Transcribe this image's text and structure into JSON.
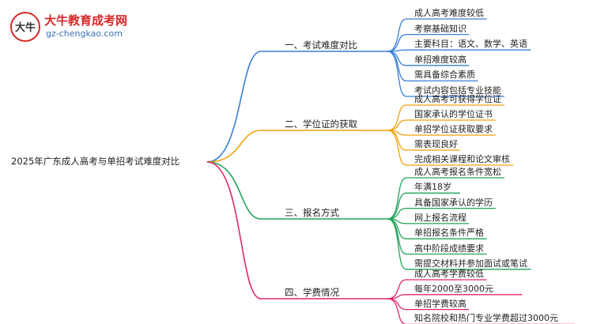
{
  "logo": {
    "title": "大牛教育成考网",
    "url": "gz-chengkao.com",
    "mark_text": "大牛"
  },
  "root": "2025年广东成人高考与单招考试难度对比",
  "branches": [
    {
      "label": "一、考试难度对比",
      "color": "#3a7fd6",
      "leaves": [
        "成人高考难度较低",
        "考察基础知识",
        "主要科目：语文、数学、英语",
        "单招难度较高",
        "需具备综合素质",
        "考试内容包括专业技能"
      ]
    },
    {
      "label": "二、学位证的获取",
      "color": "#f2a20c",
      "leaves": [
        "成人高考可获得学位证",
        "国家承认的学位证书",
        "单招学位证获取要求",
        "需表现良好",
        "完成相关课程和论文审核"
      ]
    },
    {
      "label": "三、报名方式",
      "color": "#22a35a",
      "leaves": [
        "成人高考报名条件宽松",
        "年满18岁",
        "具备国家承认的学历",
        "网上报名流程",
        "单招报名条件严格",
        "高中阶段成绩要求",
        "需提交材料并参加面试或笔试"
      ]
    },
    {
      "label": "四、学费情况",
      "color": "#e0256d",
      "leaves": [
        "成人高考学费较低",
        "每年2000至3000元",
        "单招学费较高",
        "知名院校和热门专业学费超过3000元"
      ]
    }
  ]
}
